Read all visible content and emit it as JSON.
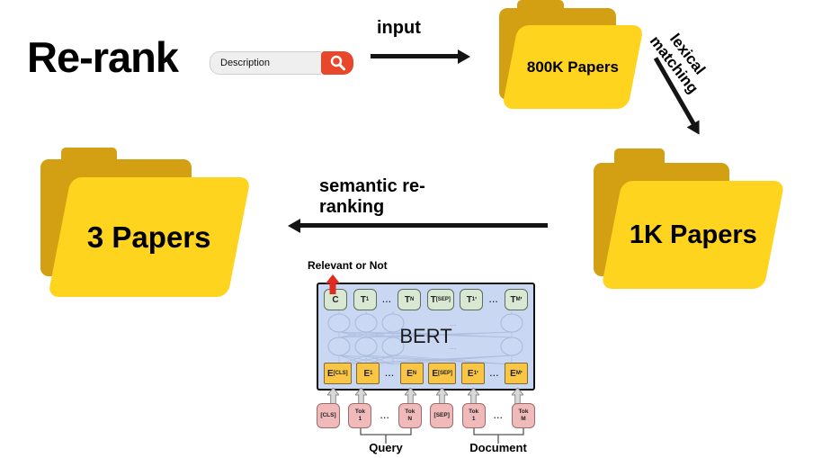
{
  "title": "Re-rank",
  "search": {
    "value": "Description"
  },
  "flow": {
    "input_label": "input",
    "lexical_line1": "lexical",
    "lexical_line2": "matching",
    "semantic_line1": "semantic re-",
    "semantic_line2": "ranking"
  },
  "folders": {
    "corpus_label": "800K Papers",
    "retrieved_label": "1K Papers",
    "reranked_label": "3 Papers"
  },
  "colors": {
    "folder_front": "#ffd41f",
    "folder_back": "#d2a012",
    "search_button": "#e8472c",
    "bert_fill": "#c9d7f2",
    "t_box_fill": "#d9e8d2",
    "e_box_fill": "#f8c544",
    "token_box_fill": "#f1baba",
    "output_arrow": "#e02b20",
    "flow_arrow": "#141414"
  },
  "bert": {
    "output_label": "Relevant or Not",
    "model_label": "BERT",
    "query_label": "Query",
    "document_label": "Document",
    "t_row": [
      {
        "main": "C"
      },
      {
        "main": "T",
        "sub": "1"
      },
      {
        "dots": true
      },
      {
        "main": "T",
        "sub": "N"
      },
      {
        "main": "T",
        "sub": "[SEP]"
      },
      {
        "main": "T",
        "sub": "1",
        "prime": true
      },
      {
        "dots": true
      },
      {
        "main": "T",
        "sub": "M",
        "prime": true
      }
    ],
    "e_row": [
      {
        "main": "E",
        "sub": "[CLS]"
      },
      {
        "main": "E",
        "sub": "1"
      },
      {
        "dots": true
      },
      {
        "main": "E",
        "sub": "N"
      },
      {
        "main": "E",
        "sub": "[SEP]"
      },
      {
        "main": "E",
        "sub": "1",
        "prime": true
      },
      {
        "dots": true
      },
      {
        "main": "E",
        "sub": "M",
        "prime": true
      }
    ],
    "tok_row": [
      {
        "lines": [
          "[CLS]"
        ]
      },
      {
        "lines": [
          "Tok",
          "1"
        ]
      },
      {
        "dots": true
      },
      {
        "lines": [
          "Tok",
          "N"
        ]
      },
      {
        "lines": [
          "[SEP]"
        ]
      },
      {
        "lines": [
          "Tok",
          "1"
        ]
      },
      {
        "dots": true
      },
      {
        "lines": [
          "Tok",
          "M"
        ]
      }
    ]
  }
}
